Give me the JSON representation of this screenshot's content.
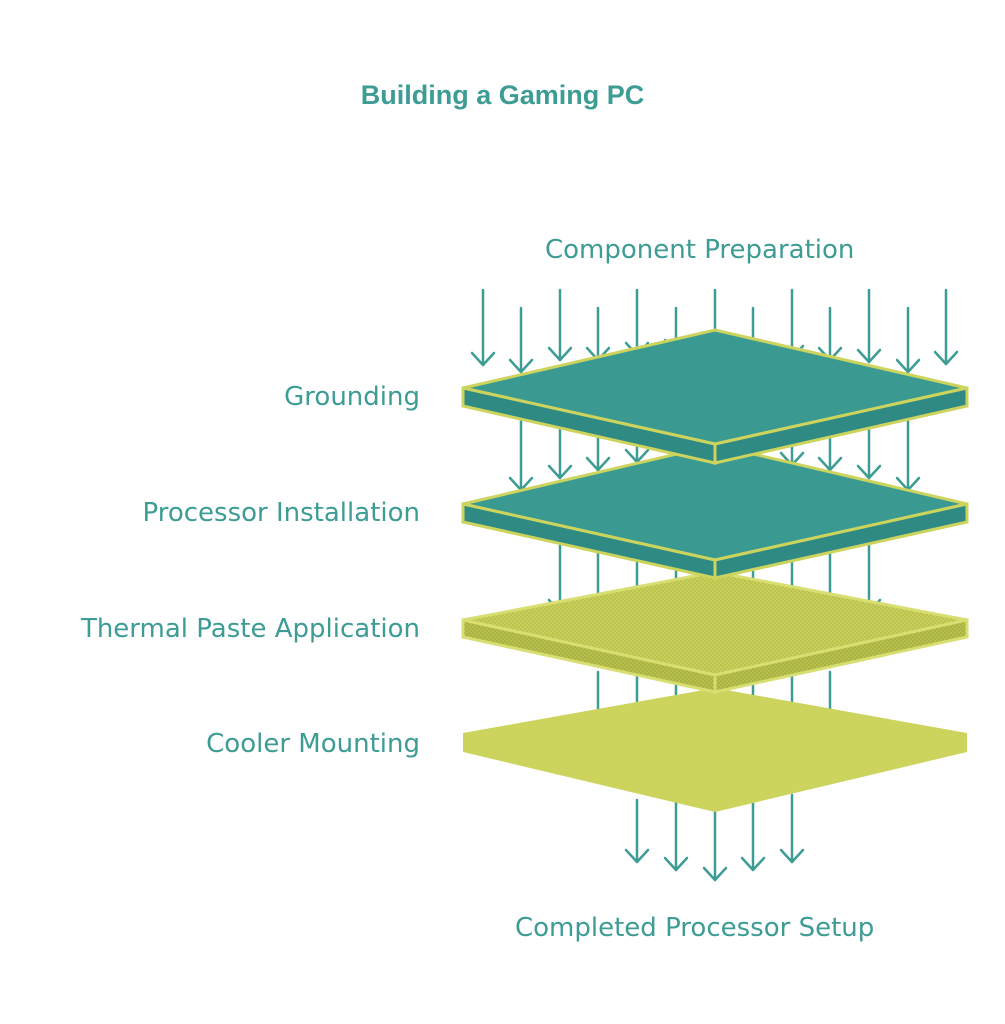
{
  "title": "Building a Gaming PC",
  "input_label": "Component Preparation",
  "output_label": "Completed Processor Setup",
  "layers": [
    {
      "label": "Grounding"
    },
    {
      "label": "Processor Installation"
    },
    {
      "label": "Thermal Paste Application"
    },
    {
      "label": "Cooler Mounting"
    }
  ],
  "colors": {
    "text": "#3d9c94",
    "teal": "#3a9a92",
    "teal_dark": "#2f8a83",
    "lime": "#cdd45e",
    "lime_dark": "#b7c04b",
    "arrow": "#3d9c94"
  }
}
